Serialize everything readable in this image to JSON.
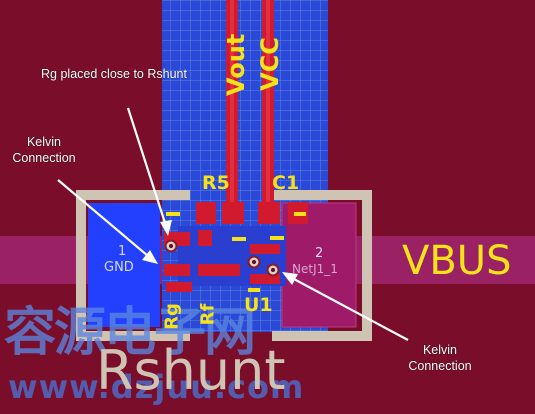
{
  "callouts": {
    "rg_close": "Rg placed close to Rshunt",
    "kelvin_left": "Kelvin Connection",
    "kelvin_right": "Kelvin Connection"
  },
  "silkscreen": {
    "vout": "Vout",
    "vcc": "VCC",
    "r5": "R5",
    "c1": "C1",
    "u1": "U1",
    "rg": "Rg",
    "rf": "Rf",
    "vbus": "VBUS",
    "rshunt": "Rshunt"
  },
  "pads": {
    "pad1_number": "1",
    "pad1_net": "GND",
    "pad2_number": "2",
    "pad2_net": "NetJ1_1"
  },
  "watermark": {
    "cn_text": "容源电子网",
    "url": "www.dzjuu.com"
  },
  "colors": {
    "board": "#7a0e2a",
    "grid": "#6f8fd8",
    "copper_red": "#d11a2e",
    "copper_blue": "#2340ff",
    "silkscreen": "#f5e21a",
    "outline": "#cfc3b4"
  }
}
